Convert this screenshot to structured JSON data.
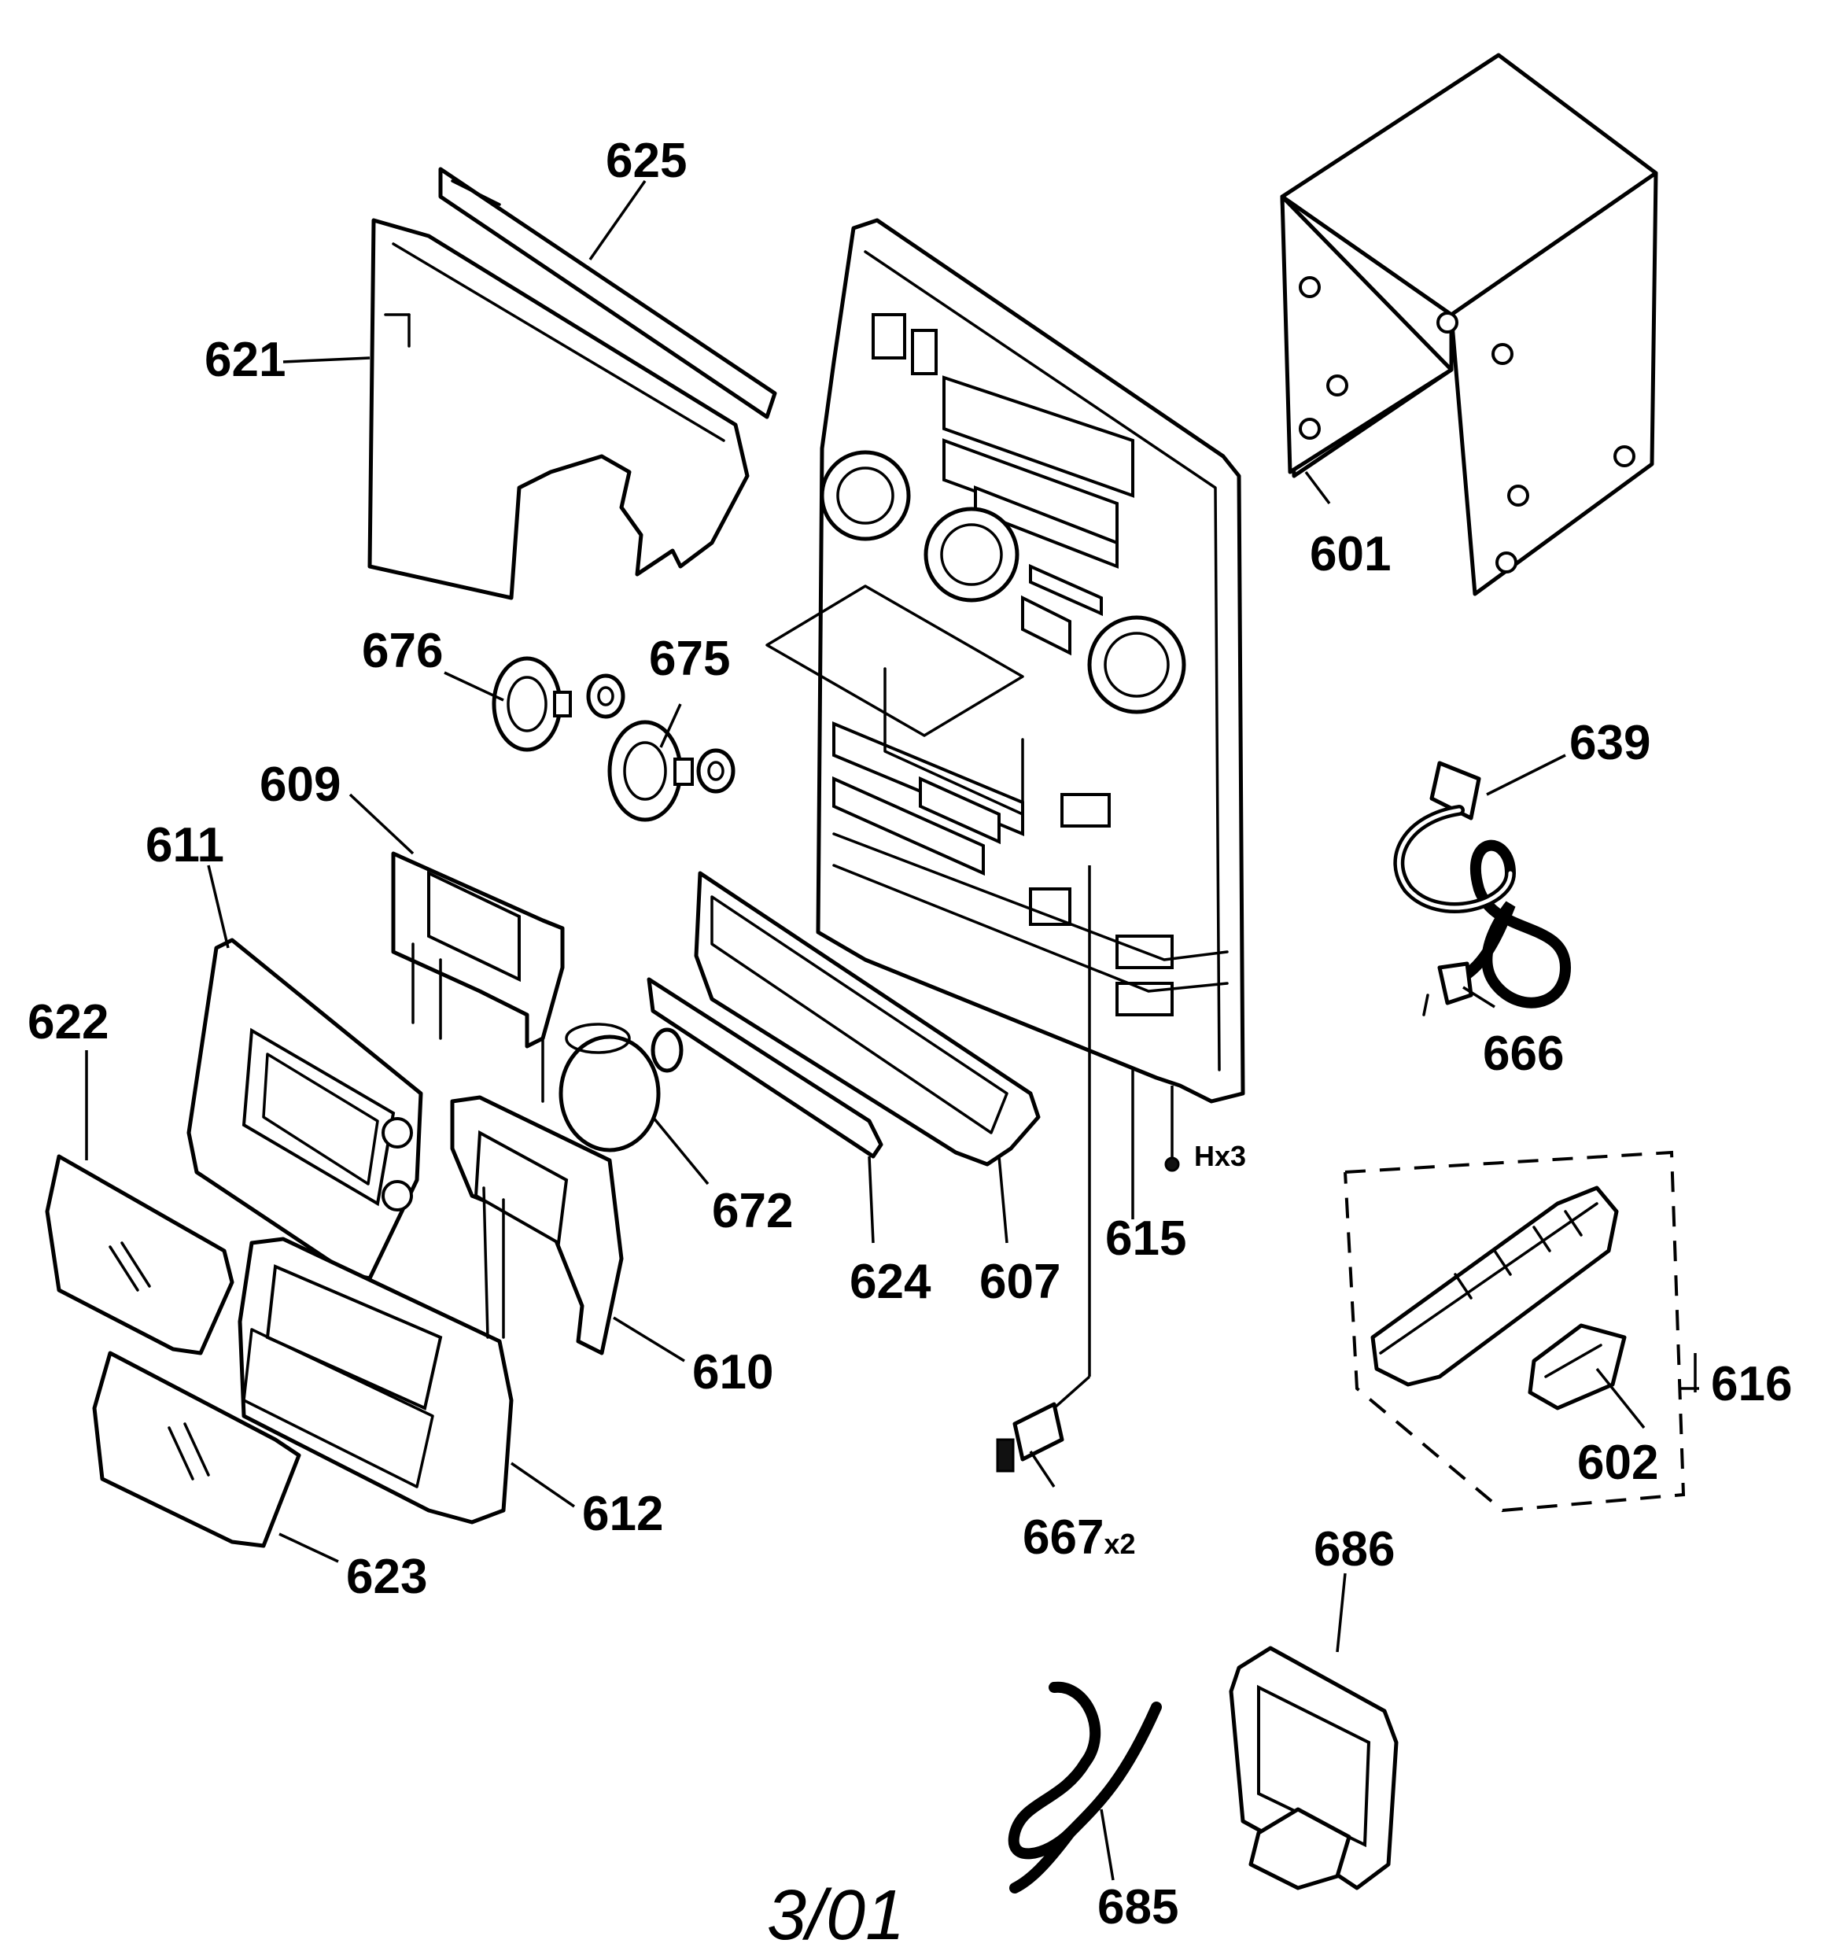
{
  "callouts": {
    "p601": "601",
    "p602": "602",
    "p607": "607",
    "p609": "609",
    "p610": "610",
    "p611": "611",
    "p612": "612",
    "p615": "615",
    "p616": "616",
    "p621": "621",
    "p622": "622",
    "p623": "623",
    "p624": "624",
    "p625": "625",
    "p639": "639",
    "p666": "666",
    "p667": "667",
    "p667_qty": "x2",
    "p672": "672",
    "p675": "675",
    "p676": "676",
    "p685": "685",
    "p686": "686",
    "screw_note": "Hx3"
  },
  "footer": "3/01",
  "colors": {
    "ink": "#000000",
    "paper": "#ffffff"
  }
}
